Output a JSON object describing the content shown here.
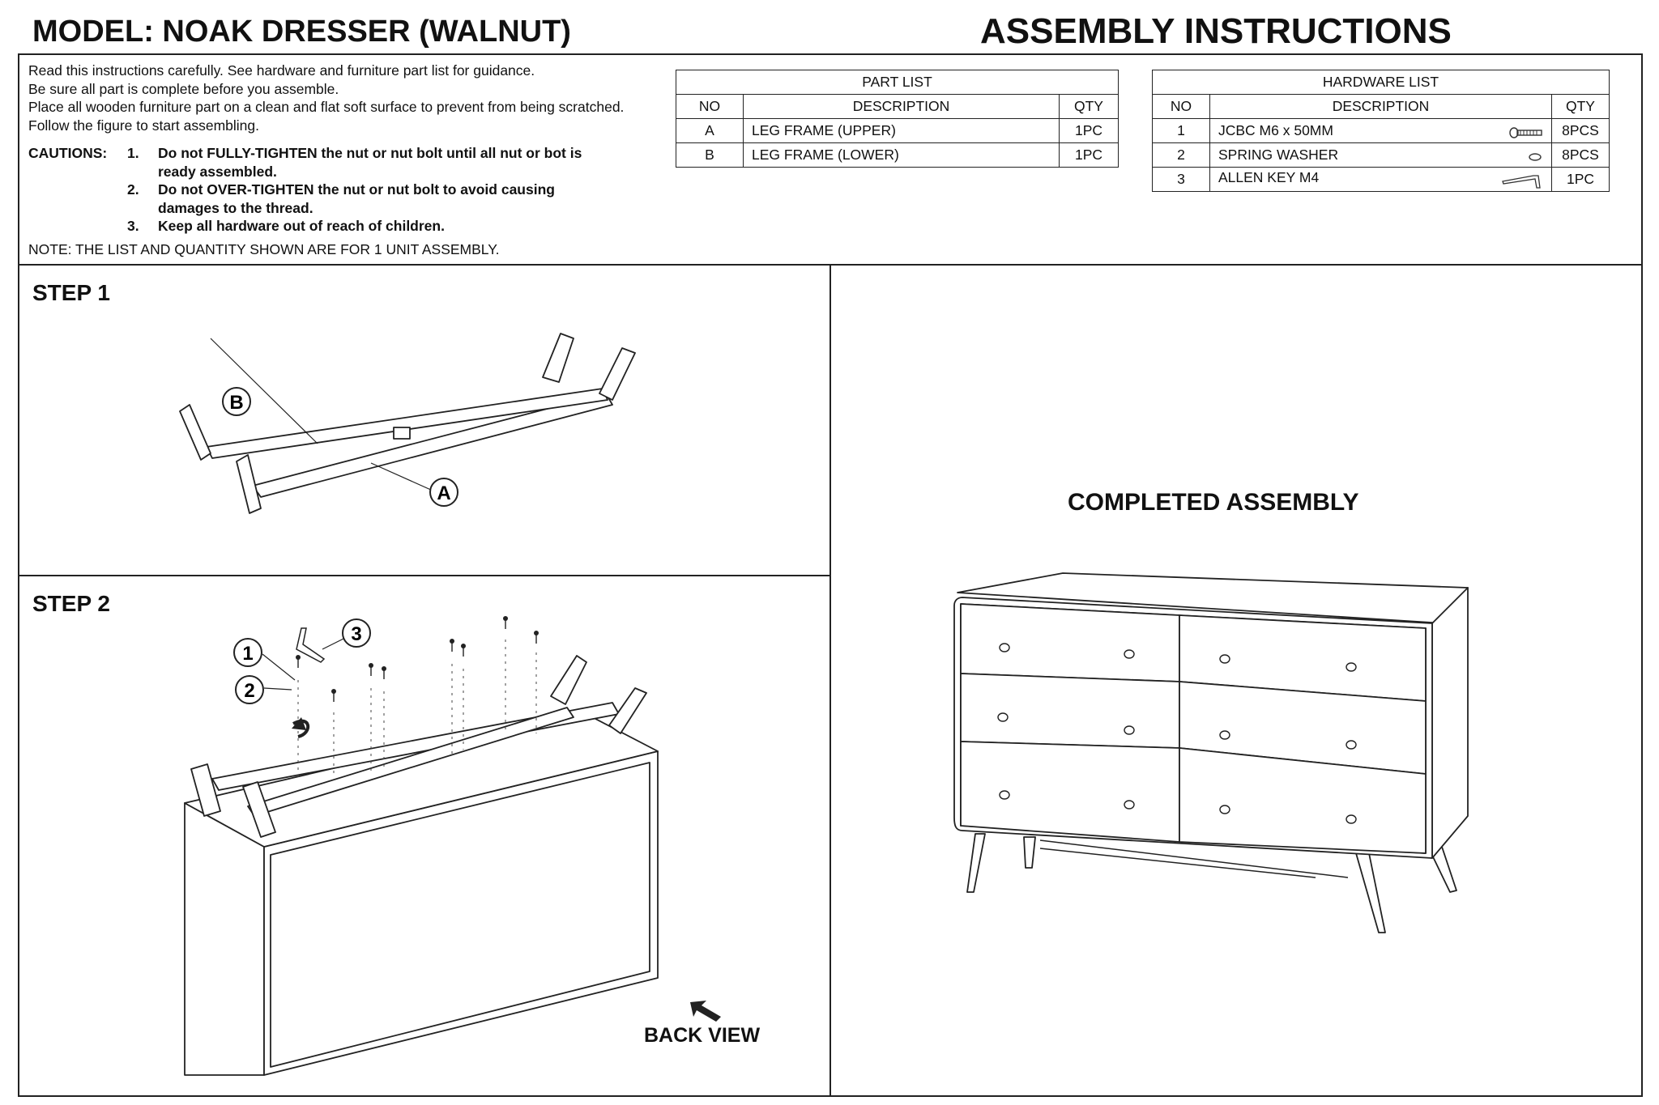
{
  "header": {
    "model": "MODEL: NOAK DRESSER (WALNUT)",
    "title": "ASSEMBLY INSTRUCTIONS"
  },
  "intro": {
    "lines": [
      "Read this instructions carefully. See hardware and furniture part list for guidance.",
      "Be sure all part is complete before you assemble.",
      "Place all wooden furniture part on a clean and flat soft surface to prevent from being scratched.",
      "Follow the figure to start assembling."
    ],
    "cautions_label": "CAUTIONS:",
    "cautions": [
      {
        "num": "1.",
        "text": "Do not FULLY-TIGHTEN the nut or nut bolt until all nut or bot is ready assembled."
      },
      {
        "num": "2.",
        "text": "Do not OVER-TIGHTEN the nut or nut bolt to avoid causing damages to the thread."
      },
      {
        "num": "3.",
        "text": "Keep all hardware out of reach of children."
      }
    ],
    "note": "NOTE: THE LIST AND QUANTITY SHOWN ARE FOR 1 UNIT ASSEMBLY."
  },
  "part_list": {
    "title": "PART LIST",
    "headers": [
      "NO",
      "DESCRIPTION",
      "QTY"
    ],
    "rows": [
      {
        "no": "A",
        "description": "LEG FRAME (UPPER)",
        "qty": "1PC"
      },
      {
        "no": "B",
        "description": "LEG FRAME (LOWER)",
        "qty": "1PC"
      }
    ]
  },
  "hardware_list": {
    "title": "HARDWARE LIST",
    "headers": [
      "NO",
      "DESCRIPTION",
      "QTY"
    ],
    "rows": [
      {
        "no": "1",
        "description": "JCBC M6 x 50MM",
        "qty": "8PCS",
        "icon": "bolt-icon"
      },
      {
        "no": "2",
        "description": "SPRING WASHER",
        "qty": "8PCS",
        "icon": "washer-icon"
      },
      {
        "no": "3",
        "description": "ALLEN KEY M4",
        "qty": "1PC",
        "icon": "allen-key-icon"
      }
    ]
  },
  "step1": {
    "label": "STEP 1",
    "callouts": {
      "b": "B",
      "a": "A"
    }
  },
  "step2": {
    "label": "STEP 2",
    "callouts": {
      "one": "1",
      "two": "2",
      "three": "3"
    },
    "back_view": "BACK VIEW"
  },
  "completed": {
    "label": "COMPLETED ASSEMBLY"
  }
}
